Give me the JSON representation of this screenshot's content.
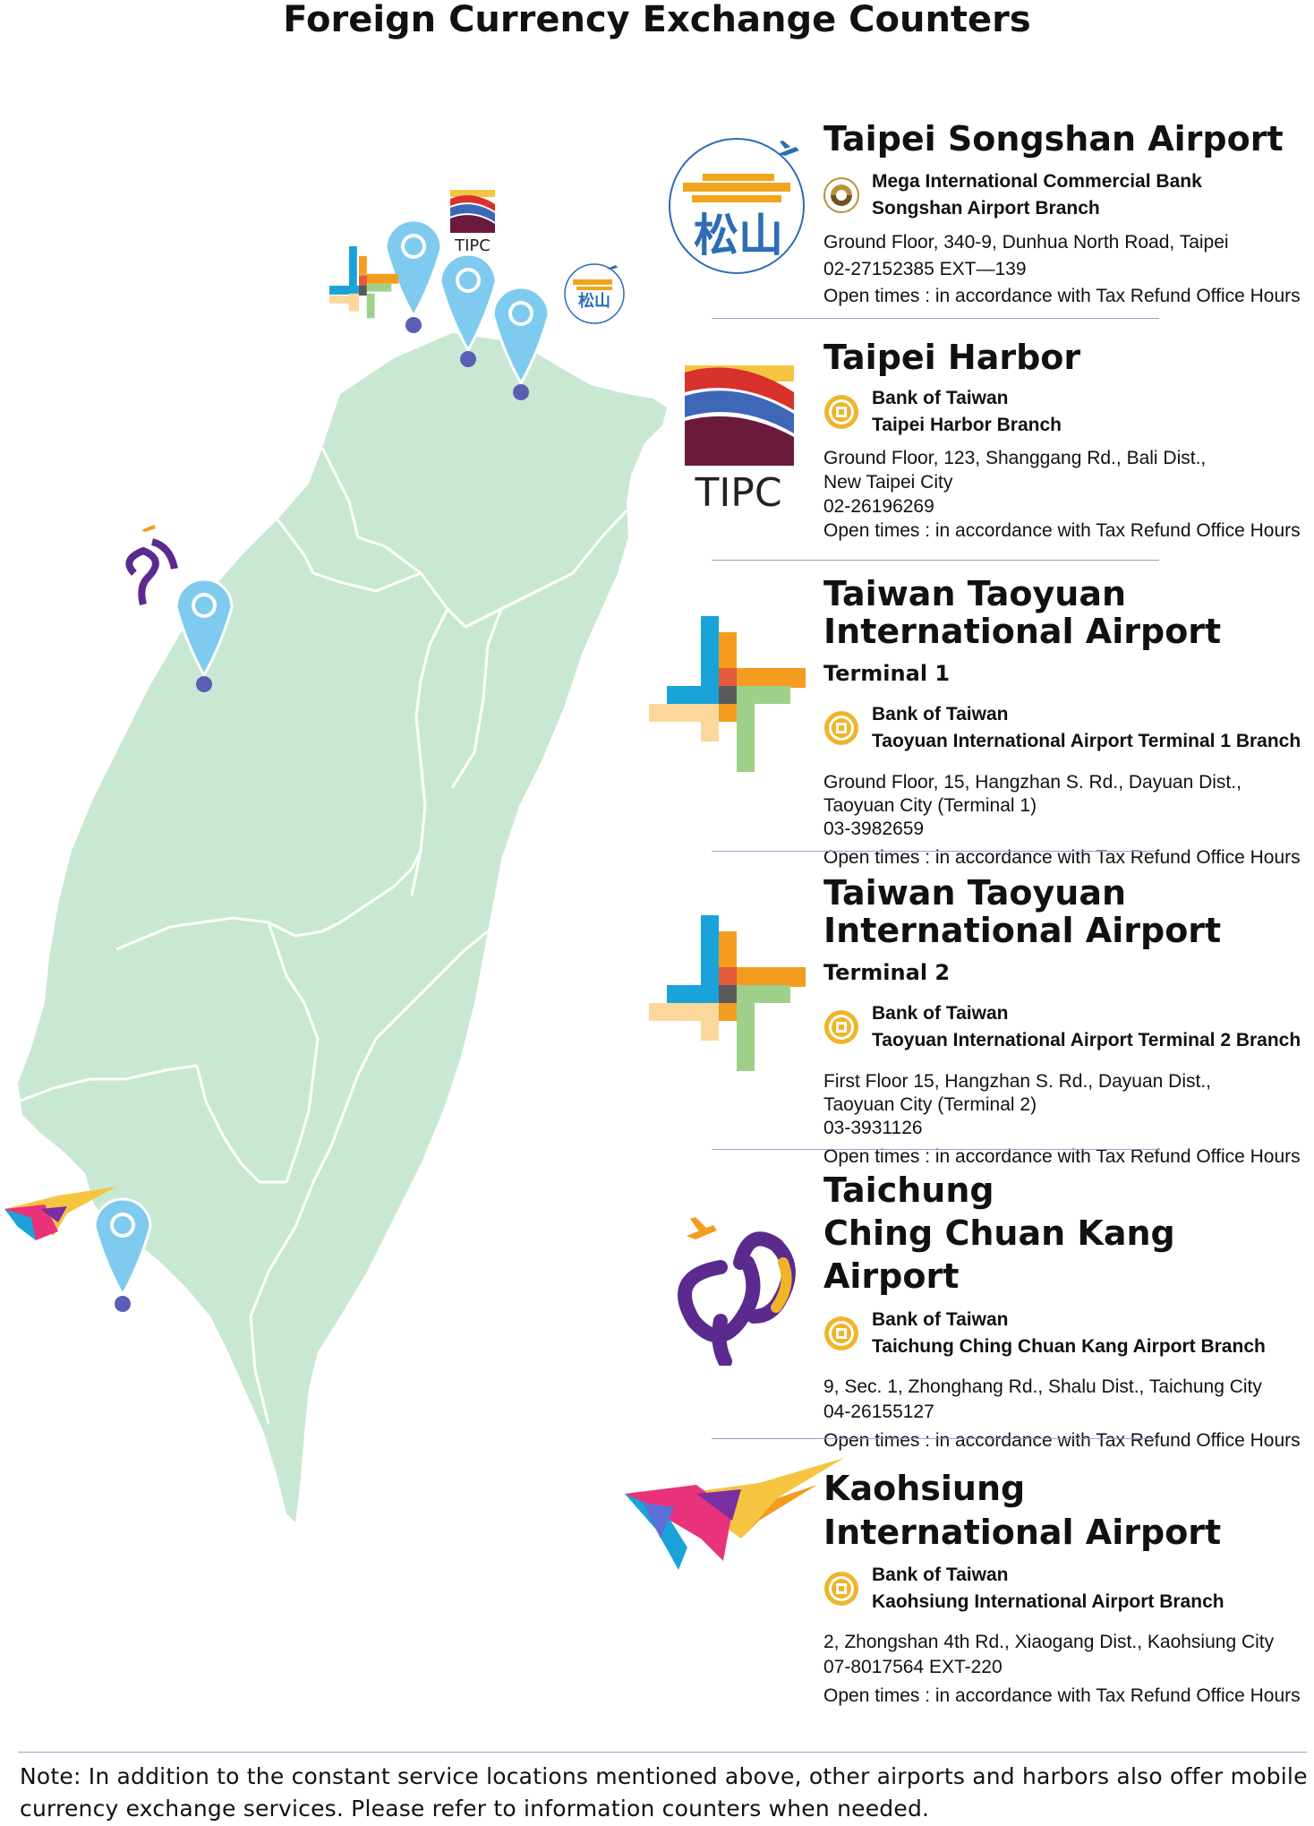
{
  "title": "Foreign Currency Exchange Counters",
  "logos": {
    "songshan": {
      "glyph": "松山"
    },
    "tipc": {
      "text": "TIPC"
    }
  },
  "colors": {
    "map_land": "#c8e8d3",
    "map_border": "#ffffff",
    "pin": "#7ecbef",
    "pin_dot": "#5b5fb3",
    "separator": "#9aa3c8",
    "bank_of_taiwan_gold": "#f0b429"
  },
  "locations": [
    {
      "id": "songshan",
      "name": "Taipei Songshan Airport",
      "name_suffix": "",
      "bank_icon": "mega-bank-icon",
      "bank": "Mega International Commercial Bank",
      "branch": "Songshan Airport Branch",
      "address": [
        "Ground Floor, 340-9, Dunhua North Road, Taipei"
      ],
      "phone": "02-27152385 EXT—139",
      "hours": "Open times : in accordance with Tax Refund Office Hours"
    },
    {
      "id": "harbor",
      "name": "Taipei Harbor",
      "name_suffix": "",
      "bank_icon": "bank-of-taiwan-icon",
      "bank": "Bank of Taiwan",
      "branch": "Taipei Harbor Branch",
      "address": [
        "Ground Floor, 123, Shanggang Rd., Bali Dist.,",
        "New Taipei City"
      ],
      "phone": "02-26196269",
      "hours": "Open times : in accordance with Tax Refund Office Hours"
    },
    {
      "id": "t1",
      "name": [
        "Taiwan Taoyuan",
        "International Airport"
      ],
      "name_suffix": "Terminal 1",
      "bank_icon": "bank-of-taiwan-icon",
      "bank": "Bank of Taiwan",
      "branch": "Taoyuan International Airport Terminal 1 Branch",
      "address": [
        "Ground Floor, 15, Hangzhan S. Rd., Dayuan Dist.,",
        "Taoyuan City (Terminal 1)"
      ],
      "phone": "03-3982659",
      "hours": "Open times : in accordance with Tax Refund Office Hours"
    },
    {
      "id": "t2",
      "name": [
        "Taiwan Taoyuan",
        "International Airport"
      ],
      "name_suffix": "Terminal 2",
      "bank_icon": "bank-of-taiwan-icon",
      "bank": "Bank of Taiwan",
      "branch": "Taoyuan International Airport Terminal 2 Branch",
      "address": [
        "First Floor 15, Hangzhan S. Rd., Dayuan Dist.,",
        "Taoyuan City (Terminal 2)"
      ],
      "phone": "03-3931126",
      "hours": "Open times : in accordance with Tax Refund Office Hours"
    },
    {
      "id": "taichung",
      "name": [
        "Taichung",
        "Ching Chuan Kang Airport"
      ],
      "name_suffix": "",
      "bank_icon": "bank-of-taiwan-icon",
      "bank": "Bank of Taiwan",
      "branch": "Taichung Ching Chuan Kang Airport Branch",
      "address": [
        "9, Sec. 1, Zhonghang Rd., Shalu Dist., Taichung City"
      ],
      "phone": "04-26155127",
      "hours": "Open times : in accordance with Tax Refund Office Hours"
    },
    {
      "id": "kaohsiung",
      "name": [
        "Kaohsiung",
        "International Airport"
      ],
      "name_suffix": "",
      "bank_icon": "bank-of-taiwan-icon",
      "bank": "Bank of Taiwan",
      "branch": "Kaohsiung International Airport Branch",
      "address": [
        "2, Zhongshan 4th Rd., Xiaogang Dist., Kaohsiung City"
      ],
      "phone": "07-8017564 EXT-220",
      "hours": "Open times : in accordance with Tax Refund Office Hours"
    }
  ],
  "note": "Note: In addition to the constant service locations mentioned above, other airports and harbors also offer mobile currency exchange services. Please refer to information counters when needed."
}
